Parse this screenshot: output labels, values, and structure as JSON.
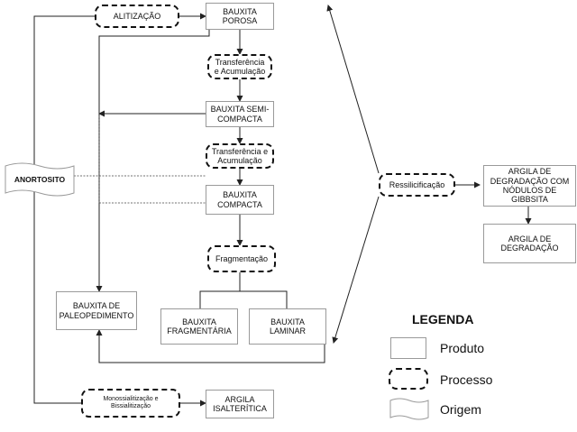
{
  "nodes": {
    "bauxita_porosa": "BAUXITA\nPOROSA",
    "bauxita_semi_compacta": "BAUXITA SEMI-\nCOMPACTA",
    "bauxita_compacta": "BAUXITA\nCOMPACTA",
    "bauxita_fragmentaria": "BAUXITA\nFRAGMENTÁRIA",
    "bauxita_laminar": "BAUXITA\nLAMINAR",
    "bauxita_paleopedimento": "BAUXITA DE\nPALEOPEDIMENTO",
    "argila_isalteritica": "ARGILA\nISALTERÍTICA",
    "argila_gibbsita": "ARGILA DE\nDEGRADAÇÃO COM\nNÓDULOS DE GIBBSITA",
    "argila_degradacao": "ARGILA DE\nDEGRADAÇÃO",
    "anortosito": "ANORTOSITO"
  },
  "processes": {
    "alitizacao": "ALITIZAÇÃO",
    "transferencia_1": "Transferência\ne Acumulação",
    "transferencia_2": "Transferência e\nAcumulação",
    "fragmentacao": "Fragmentação",
    "ressilicificacao": "Ressilicificação",
    "monossialitizacao": "Monossialitização e\nBissialitização"
  },
  "legend": {
    "title": "LEGENDA",
    "produto": "Produto",
    "processo": "Processo",
    "origem": "Origem"
  }
}
